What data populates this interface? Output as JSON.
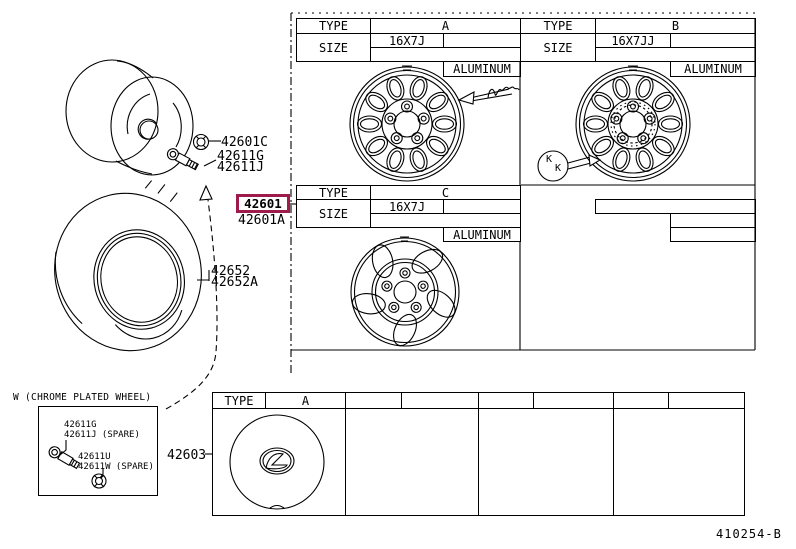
{
  "colors": {
    "background": "#ffffff",
    "line": "#000000",
    "highlight": "#9e1b4b"
  },
  "tables": {
    "top_left": {
      "type_label": "TYPE",
      "type_value": "A",
      "size_label": "SIZE",
      "size_value": "16X7J",
      "material": "ALUMINUM"
    },
    "top_right": {
      "type_label": "TYPE",
      "type_value": "B",
      "size_label": "SIZE",
      "size_value": "16X7JJ",
      "material": "ALUMINUM"
    },
    "mid": {
      "type_label": "TYPE",
      "type_value": "C",
      "size_label": "SIZE",
      "size_value": "16X7J",
      "material": "ALUMINUM"
    },
    "bottom": {
      "type_label": "TYPE",
      "type_value": "A"
    }
  },
  "parts": {
    "hub_bolt": "42601C",
    "valve": "42611G",
    "valve_spare": "42611J",
    "disc_wheel": "42601",
    "disc_wheel_alt": "42601A",
    "tire": "42652",
    "tire_alt": "42652A",
    "wheel_cap": "42603"
  },
  "chrome_box": {
    "title": "W (CHROME PLATED WHEEL)",
    "items": [
      "42611G",
      "42611J (SPARE)",
      "42611U",
      "42611W (SPARE)"
    ]
  },
  "annotations": {
    "k1": "K",
    "k2": "K"
  },
  "footer": {
    "diagram_code": "410254-B"
  }
}
